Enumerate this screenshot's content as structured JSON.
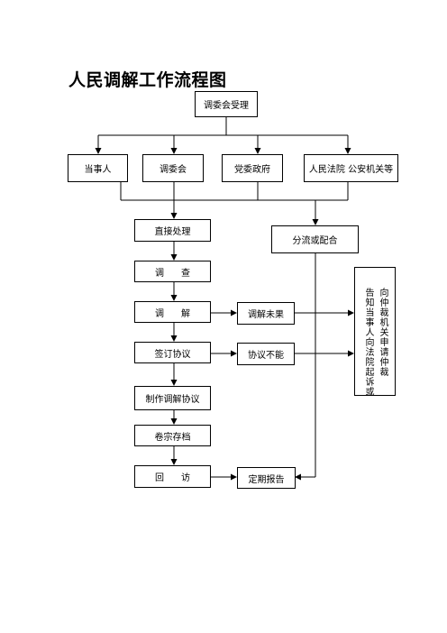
{
  "title": "人民调解工作流程图",
  "nodes": {
    "accept": "调委会受理",
    "party": "当事人",
    "committee": "调委会",
    "government": "党委政府",
    "court_police": "人民法院  公安机关等",
    "direct": "直接处理",
    "divert": "分流或配合",
    "investigate": "调      查",
    "mediate": "调      解",
    "failed": "调解未果",
    "sign": "签订协议",
    "cannot": "协议不能",
    "make": "制作调解协议",
    "archive": "卷宗存档",
    "visit": "回      访",
    "report": "定期报告",
    "notice_col1": "告知当事人向法院起诉或",
    "notice_col2": "向仲裁机关申请仲裁"
  }
}
